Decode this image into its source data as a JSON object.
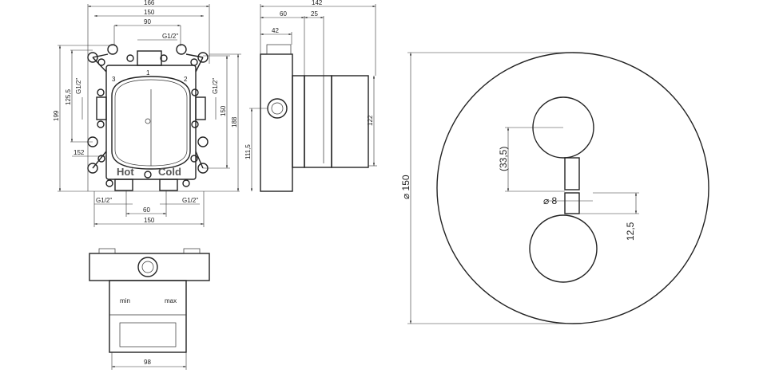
{
  "front_view": {
    "dims": {
      "w166": "166",
      "w150_top": "150",
      "w90": "90",
      "g_top": "G1/2\"",
      "h199": "199",
      "h125": "125,5",
      "g_left": "G1/2\"",
      "g_right": "G1/2\"",
      "h150": "150",
      "h188": "188",
      "d152": "152",
      "g_bl": "G1/2\"",
      "g_br": "G1/2\"",
      "w60": "60",
      "w150_bot": "150"
    },
    "labels": {
      "hot": "Hot",
      "cold": "Cold",
      "port1": "1",
      "port2": "2",
      "port3": "3"
    }
  },
  "side_view": {
    "dims": {
      "d142": "142",
      "d60": "60",
      "d25": "25",
      "d42": "42",
      "h111": "111,5",
      "h122": "122"
    }
  },
  "bottom_view": {
    "dims": {
      "d98": "98"
    },
    "labels": {
      "min": "min",
      "max": "max"
    }
  },
  "trim_plate": {
    "dims": {
      "dia150": "⌀ 150",
      "d33": "(33,5)",
      "dia8": "⌀ 8",
      "d12": "12,5"
    }
  }
}
